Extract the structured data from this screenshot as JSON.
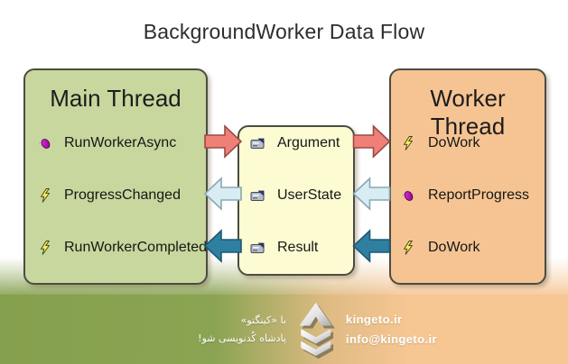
{
  "title": "BackgroundWorker Data Flow",
  "main_thread": {
    "title": "Main Thread",
    "items": [
      {
        "icon": "method-icon",
        "label": "RunWorkerAsync"
      },
      {
        "icon": "event-icon",
        "label": "ProgressChanged"
      },
      {
        "icon": "event-icon",
        "label": "RunWorkerCompleted"
      }
    ]
  },
  "buffer": {
    "items": [
      {
        "icon": "property-icon",
        "label": "Argument"
      },
      {
        "icon": "property-icon",
        "label": "UserState"
      },
      {
        "icon": "property-icon",
        "label": "Result"
      }
    ]
  },
  "worker_thread": {
    "title": "Worker Thread",
    "items": [
      {
        "icon": "event-icon",
        "label": "DoWork"
      },
      {
        "icon": "method-icon",
        "label": "ReportProgress"
      },
      {
        "icon": "event-icon",
        "label": "DoWork"
      }
    ]
  },
  "arrows": [
    {
      "name": "argument-flow",
      "direction": "right",
      "fill": "#ee8078",
      "stroke": "#9a4a42"
    },
    {
      "name": "userstate-flow",
      "direction": "left",
      "fill": "#d8ecf4",
      "stroke": "#8aa7b2"
    },
    {
      "name": "result-flow",
      "direction": "left",
      "fill": "#2f7fa0",
      "stroke": "#1c5a75"
    }
  ],
  "footer": {
    "tagline_line1": "با «کینگتو»",
    "tagline_line2": "پادشاه کُدنویسی شو!",
    "website": "kingeto.ir",
    "email": "info@kingeto.ir"
  },
  "colors": {
    "main_box": "#c7d79d",
    "buffer_box": "#fcfbd2",
    "worker_box": "#f6c493",
    "banner_left": "#85a04e",
    "banner_right": "#f6c693"
  }
}
